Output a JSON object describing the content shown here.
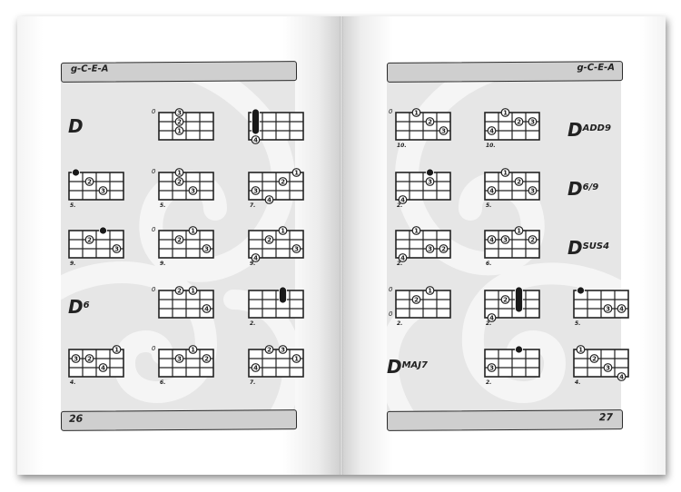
{
  "tuning_label": "g-C-E-A",
  "left_page": {
    "page_number": "26",
    "chords": [
      {
        "root": "D",
        "suffix": ""
      },
      {
        "root": "D",
        "suffix": "6"
      }
    ],
    "diagrams": [
      {
        "fret": "",
        "open": [
          "0"
        ],
        "dots": [
          [
            0,
            1,
            "3"
          ],
          [
            1,
            1,
            "2"
          ],
          [
            2,
            1,
            "1"
          ]
        ],
        "barre": null
      },
      {
        "fret": "",
        "open": [],
        "dots": [
          [
            3,
            0,
            "4"
          ]
        ],
        "barre": [
          0,
          2,
          1
        ]
      },
      {
        "fret": "5.",
        "open": [],
        "dots": [
          [
            1,
            1,
            "2"
          ],
          [
            2,
            2,
            "3"
          ]
        ],
        "barre": [
          0,
          0,
          1
        ]
      },
      {
        "fret": "5.",
        "open": [
          "0"
        ],
        "dots": [
          [
            0,
            1,
            "1"
          ],
          [
            1,
            1,
            "2"
          ],
          [
            2,
            2,
            "3"
          ]
        ],
        "barre": null
      },
      {
        "fret": "7.",
        "open": [],
        "dots": [
          [
            2,
            0,
            "3"
          ],
          [
            3,
            1,
            "4"
          ],
          [
            1,
            2,
            "2"
          ],
          [
            0,
            3,
            "1"
          ]
        ],
        "barre": null
      },
      {
        "fret": "9.",
        "open": [],
        "dots": [
          [
            1,
            1,
            "2"
          ],
          [
            2,
            3,
            "3"
          ]
        ],
        "barre": [
          0,
          0,
          3
        ]
      },
      {
        "fret": "9.",
        "open": [
          "0"
        ],
        "dots": [
          [
            1,
            1,
            "2"
          ],
          [
            0,
            2,
            "1"
          ],
          [
            2,
            3,
            "3"
          ]
        ],
        "barre": null
      },
      {
        "fret": "9.",
        "open": [],
        "dots": [
          [
            3,
            0,
            "4"
          ],
          [
            1,
            1,
            "2"
          ],
          [
            0,
            2,
            "1"
          ],
          [
            2,
            3,
            "3"
          ]
        ],
        "barre": null
      },
      {
        "fret": "",
        "open": [
          "0"
        ],
        "dots": [
          [
            0,
            1,
            "2"
          ],
          [
            0,
            2,
            "1"
          ],
          [
            2,
            3,
            "4"
          ]
        ],
        "barre": null
      },
      {
        "fret": "2.",
        "open": [],
        "dots": [],
        "barre": [
          0,
          1,
          3
        ]
      },
      {
        "fret": "4.",
        "open": [],
        "dots": [
          [
            1,
            0,
            "3"
          ],
          [
            1,
            1,
            "2"
          ],
          [
            2,
            2,
            "4"
          ],
          [
            0,
            3,
            "1"
          ]
        ],
        "barre": null
      },
      {
        "fret": "6.",
        "open": [
          "0"
        ],
        "dots": [
          [
            1,
            1,
            "3"
          ],
          [
            0,
            2,
            "1"
          ],
          [
            1,
            3,
            "2"
          ]
        ],
        "barre": null
      },
      {
        "fret": "7.",
        "open": [],
        "dots": [
          [
            2,
            0,
            "4"
          ],
          [
            0,
            1,
            "2"
          ],
          [
            0,
            2,
            "3"
          ],
          [
            1,
            3,
            "1"
          ]
        ],
        "barre": null
      }
    ]
  },
  "right_page": {
    "page_number": "27",
    "chords": [
      {
        "root": "D",
        "suffix": "ADD9"
      },
      {
        "root": "D",
        "suffix": "6/9"
      },
      {
        "root": "D",
        "suffix": "SUS4"
      },
      {
        "root": "D",
        "suffix": "MAJ7"
      }
    ],
    "diagrams": [
      {
        "fret": "10.",
        "open": [
          "0"
        ],
        "dots": [
          [
            0,
            1,
            "1"
          ],
          [
            1,
            2,
            "2"
          ],
          [
            2,
            3,
            "3"
          ]
        ],
        "barre": null
      },
      {
        "fret": "10.",
        "open": [],
        "dots": [
          [
            2,
            0,
            "4"
          ],
          [
            0,
            1,
            "1"
          ],
          [
            1,
            2,
            "2"
          ],
          [
            1,
            3,
            "3"
          ]
        ],
        "barre": null
      },
      {
        "fret": "2.",
        "open": [],
        "dots": [
          [
            3,
            0,
            "4"
          ],
          [
            1,
            2,
            "3"
          ]
        ],
        "barre": [
          0,
          0,
          3
        ]
      },
      {
        "fret": "5.",
        "open": [],
        "dots": [
          [
            2,
            0,
            "4"
          ],
          [
            0,
            1,
            "1"
          ],
          [
            1,
            2,
            "2"
          ],
          [
            2,
            3,
            "3"
          ]
        ],
        "barre": null
      },
      {
        "fret": "2.",
        "open": [],
        "dots": [
          [
            3,
            0,
            "4"
          ],
          [
            0,
            1,
            "1"
          ],
          [
            2,
            2,
            "3"
          ],
          [
            2,
            3,
            "2"
          ]
        ],
        "barre": null
      },
      {
        "fret": "6.",
        "open": [],
        "dots": [
          [
            1,
            0,
            "4"
          ],
          [
            1,
            1,
            "3"
          ],
          [
            0,
            2,
            "1"
          ],
          [
            1,
            3,
            "2"
          ]
        ],
        "barre": null
      },
      {
        "fret": "2.",
        "open": [
          "0",
          "0"
        ],
        "dots": [
          [
            1,
            1,
            "2"
          ],
          [
            0,
            2,
            "1"
          ]
        ],
        "barre": null
      },
      {
        "fret": "2.",
        "open": [],
        "dots": [
          [
            3,
            0,
            "4"
          ],
          [
            1,
            1,
            "2"
          ]
        ],
        "barre": [
          0,
          2,
          3
        ]
      },
      {
        "fret": "5.",
        "open": [],
        "dots": [
          [
            2,
            2,
            "3"
          ],
          [
            2,
            3,
            "4"
          ]
        ],
        "barre": [
          0,
          0,
          1
        ]
      },
      {
        "fret": "2.",
        "open": [],
        "dots": [
          [
            2,
            0,
            "3"
          ]
        ],
        "barre": [
          0,
          0,
          3
        ]
      },
      {
        "fret": "4.",
        "open": [],
        "dots": [
          [
            0,
            0,
            "1"
          ],
          [
            1,
            1,
            "2"
          ],
          [
            2,
            2,
            "3"
          ],
          [
            3,
            3,
            "4"
          ]
        ],
        "barre": null
      }
    ]
  },
  "colors": {
    "banner": "#cfcfcf",
    "swirl_bg": "#e6e6e6",
    "swirl": "#f5f5f5",
    "ink": "#222222"
  }
}
